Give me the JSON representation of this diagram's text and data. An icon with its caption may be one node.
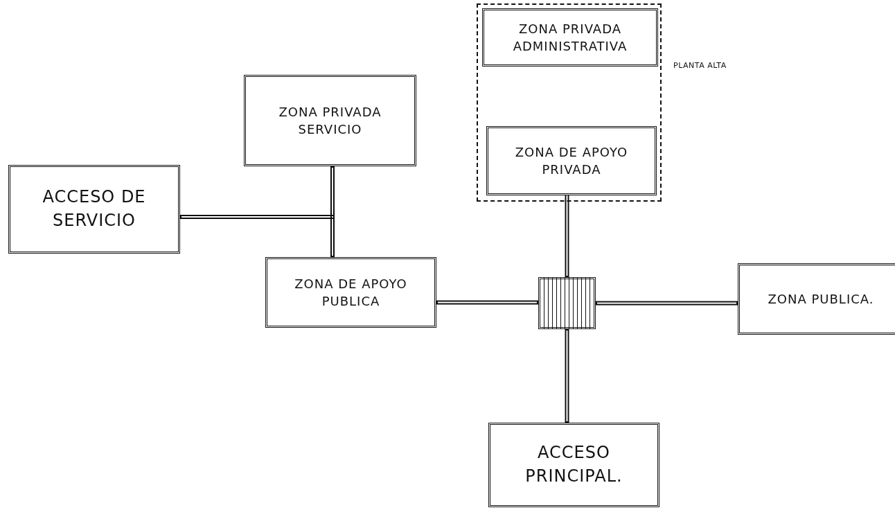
{
  "diagram": {
    "nodes": [
      {
        "text": [],
        "shape": "box",
        "beside": [
          "PLANTA ALTA"
        ]
      },
      {
        "text": [
          "ZONA PRIVADA ADMINISTRATIVA"
        ],
        "in": 0
      },
      {
        "text": [
          "ZONA DE APOYO PRIVADA"
        ],
        "in": 0
      },
      {
        "text": [
          "ZONA PRIVADA SERVICIO"
        ]
      },
      {
        "text": [
          "ACCESO DE SERVICIO"
        ]
      },
      {
        "text": [
          "ZONA DE APOYO PUBLICA"
        ]
      },
      {
        "text": [],
        "shape": "box"
      },
      {
        "text": [
          "ZONA PUBLICA."
        ]
      },
      {
        "text": [
          "ACCESO PRINCIPAL."
        ]
      }
    ],
    "edges": [
      {
        "from": 3,
        "to": 5,
        "arrow": "none"
      },
      {
        "from": 4,
        "to": 3,
        "arrow": "none"
      },
      {
        "from": 4,
        "to": 5,
        "arrow": "none"
      },
      {
        "from": 5,
        "to": 6,
        "arrow": "none"
      },
      {
        "from": 6,
        "to": 7,
        "arrow": "none"
      },
      {
        "from": 2,
        "to": 6,
        "arrow": "none"
      },
      {
        "from": 6,
        "to": 8,
        "arrow": "none"
      }
    ]
  }
}
